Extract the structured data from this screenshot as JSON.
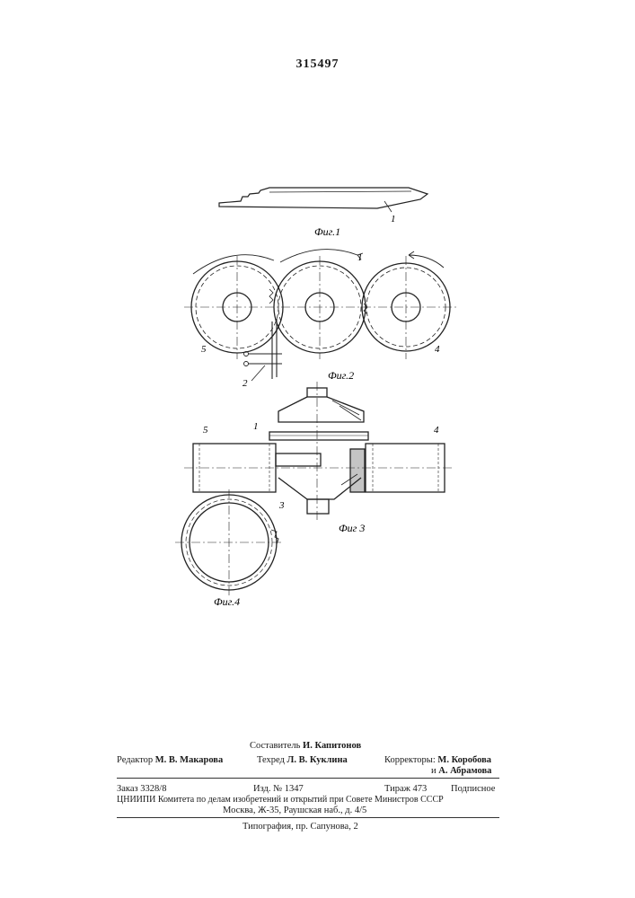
{
  "header": {
    "patent_number": "315497"
  },
  "figures": {
    "fig1": {
      "caption": "Фиг.1",
      "labels": [
        "1"
      ]
    },
    "fig2": {
      "caption": "Фиг.2",
      "labels": [
        "1",
        "5",
        "4",
        "2"
      ]
    },
    "fig3": {
      "caption": "Фиг 3",
      "labels": [
        "1",
        "5",
        "4",
        "3"
      ]
    },
    "fig4": {
      "caption": "Фиг.4"
    }
  },
  "footer": {
    "compiler_label": "Составитель",
    "compiler_name": "И. Капитонов",
    "editor_label": "Редактор",
    "editor_name": "М. В. Макарова",
    "techred_label": "Техред",
    "techred_name": "Л. В. Куклина",
    "correctors_label": "Корректоры:",
    "corrector1_name": "М. Коробова",
    "corrector_conj": "и",
    "corrector2_name": "А. Абрамова",
    "order": "Заказ  3328/8",
    "edition": "Изд.  №  1347",
    "circulation": "Тираж  473",
    "subscription": "Подписное",
    "org_line": "ЦНИИПИ Комитета по делам изобретений и открытий при Совете Министров СССР",
    "address_line": "Москва, Ж-35, Раушская наб., д. 4/5",
    "printer_line": "Типография, пр. Сапунова, 2"
  }
}
